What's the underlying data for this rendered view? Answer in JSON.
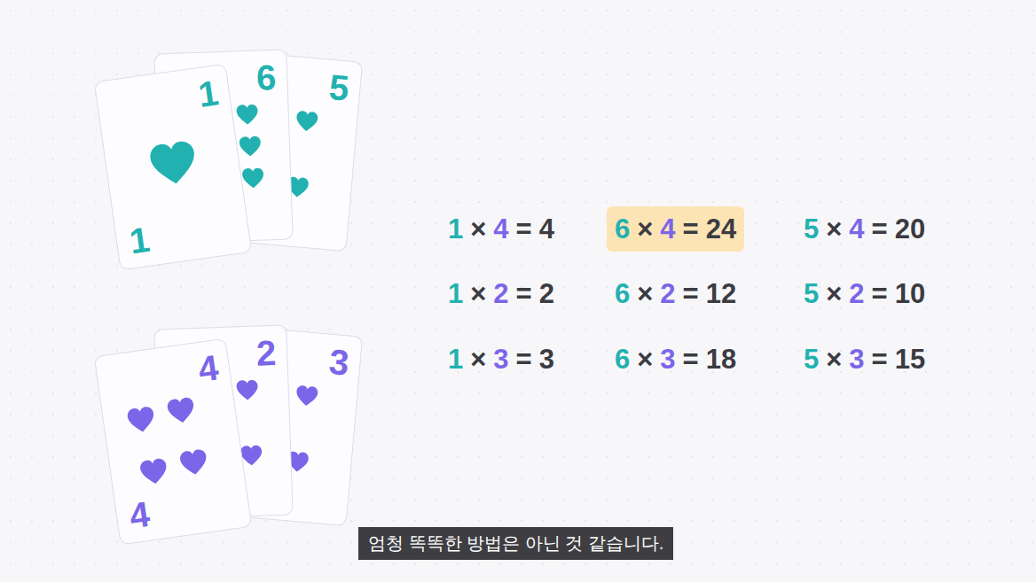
{
  "diagram": {
    "nodes": [
      {
        "text": [
          "1",
          "1"
        ]
      },
      {
        "text": [
          "6"
        ]
      },
      {
        "text": [
          "5"
        ]
      },
      {
        "text": [
          "4",
          "4"
        ]
      },
      {
        "text": [
          "2"
        ]
      },
      {
        "text": [
          "3"
        ]
      },
      {
        "text": [
          "6",
          "×",
          "4",
          "=",
          "24"
        ]
      },
      {
        "text": [
          "엄청 똑똑한 방법은 아닌 것 같습니다."
        ]
      }
    ],
    "labels": [
      "1",
      "×",
      "4",
      "=",
      "4",
      "5",
      "×",
      "4",
      "=",
      "20",
      "1",
      "×",
      "2",
      "=",
      "2",
      "6",
      "×",
      "2",
      "=",
      "12",
      "5",
      "×",
      "2",
      "=",
      "10",
      "1",
      "×",
      "3",
      "=",
      "3",
      "6",
      "×",
      "3",
      "=",
      "18",
      "5",
      "×",
      "3",
      "=",
      "15"
    ]
  }
}
